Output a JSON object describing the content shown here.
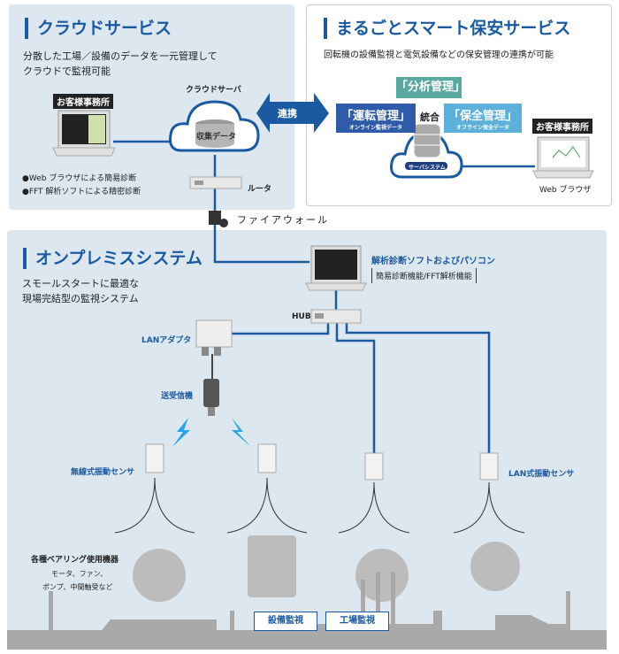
{
  "cloud_service": {
    "title": "クラウドサービス",
    "desc_line1": "分散した工場／設備のデータを一元管理して",
    "desc_line2": "クラウドで監視可能",
    "office_label": "お客様事務所",
    "server_label": "クラウドサーバ",
    "data_label": "収集データ",
    "router_label": "ルータ",
    "bullets": [
      "●Web ブラウザによる簡易診断",
      "●FFT 解析ソフトによる精密診断"
    ]
  },
  "link_arrow": {
    "label": "連携"
  },
  "firewall": {
    "label": "ファイアウォール"
  },
  "smart_service": {
    "title": "まるごとスマート保安サービス",
    "desc": "回転機の設備監視と電気設備などの保安管理の連携が可能",
    "analysis": "「分析管理」",
    "operation": "「運転管理」",
    "operation_sub": "オンライン監視データ",
    "integration": "統合",
    "maintenance": "「保全管理」",
    "maintenance_sub": "オフライン保全データ",
    "server_system": "サーバシステム",
    "office_label": "お客様事務所",
    "browser_label": "Web ブラウザ",
    "colors": {
      "operation": "#2f5ba8",
      "analysis": "#5aa9a0",
      "maintenance": "#5cb0da"
    }
  },
  "onpremise": {
    "title": "オンプレミスシステム",
    "desc_line1": "スモールスタートに最適な",
    "desc_line2": "現場完結型の監視システム",
    "pc_label": "解析診断ソフトおよびパソコン",
    "pc_functions": "簡易診断機能/FFT解析機能",
    "hub_label": "HUB",
    "lan_adapter_label": "LANアダプタ",
    "transceiver_label": "送受信機",
    "wireless_sensor_label": "無線式振動センサ",
    "lan_sensor_label": "LAN式振動センサ",
    "machines_label": "各種ベアリング使用機器",
    "machines_note_line1": "モータ、ファン、",
    "machines_note_line2": "ポンプ、中間軸受など",
    "buttons": [
      "設備監視",
      "工場監視"
    ]
  },
  "colors": {
    "accent": "#1b5aa0",
    "panel_bg": "#dce7ef",
    "silhouette": "#a9a9a9"
  }
}
